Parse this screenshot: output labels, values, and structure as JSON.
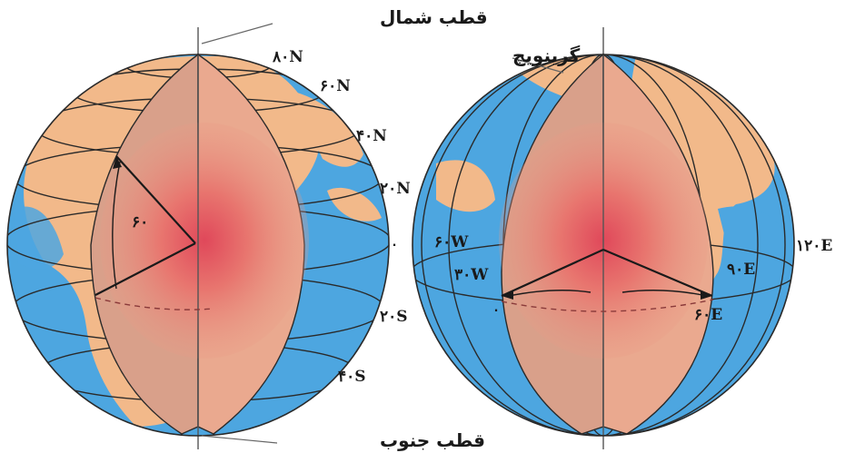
{
  "left_globe": {
    "north_pole_label": "قطب شمال",
    "south_pole_label": "قطب جنوب",
    "latitude_labels": [
      "۸۰N",
      "۶۰N",
      "۴۰N",
      "۲۰N",
      "۰",
      "۲۰S",
      "۴۰S"
    ],
    "angle_label": "۶۰"
  },
  "right_globe": {
    "greenwich_label": "گرینویچ",
    "longitude_labels": [
      "۶۰W",
      "۳۰W",
      "۰",
      "۶۰E",
      "۹۰E",
      "۱۲۰E"
    ]
  },
  "colors": {
    "ocean": "#4da6e0",
    "land": "#f2b98a",
    "cutaway_face": "#e8a58c",
    "core": "#e0485a",
    "grid": "#2a2a2a"
  }
}
